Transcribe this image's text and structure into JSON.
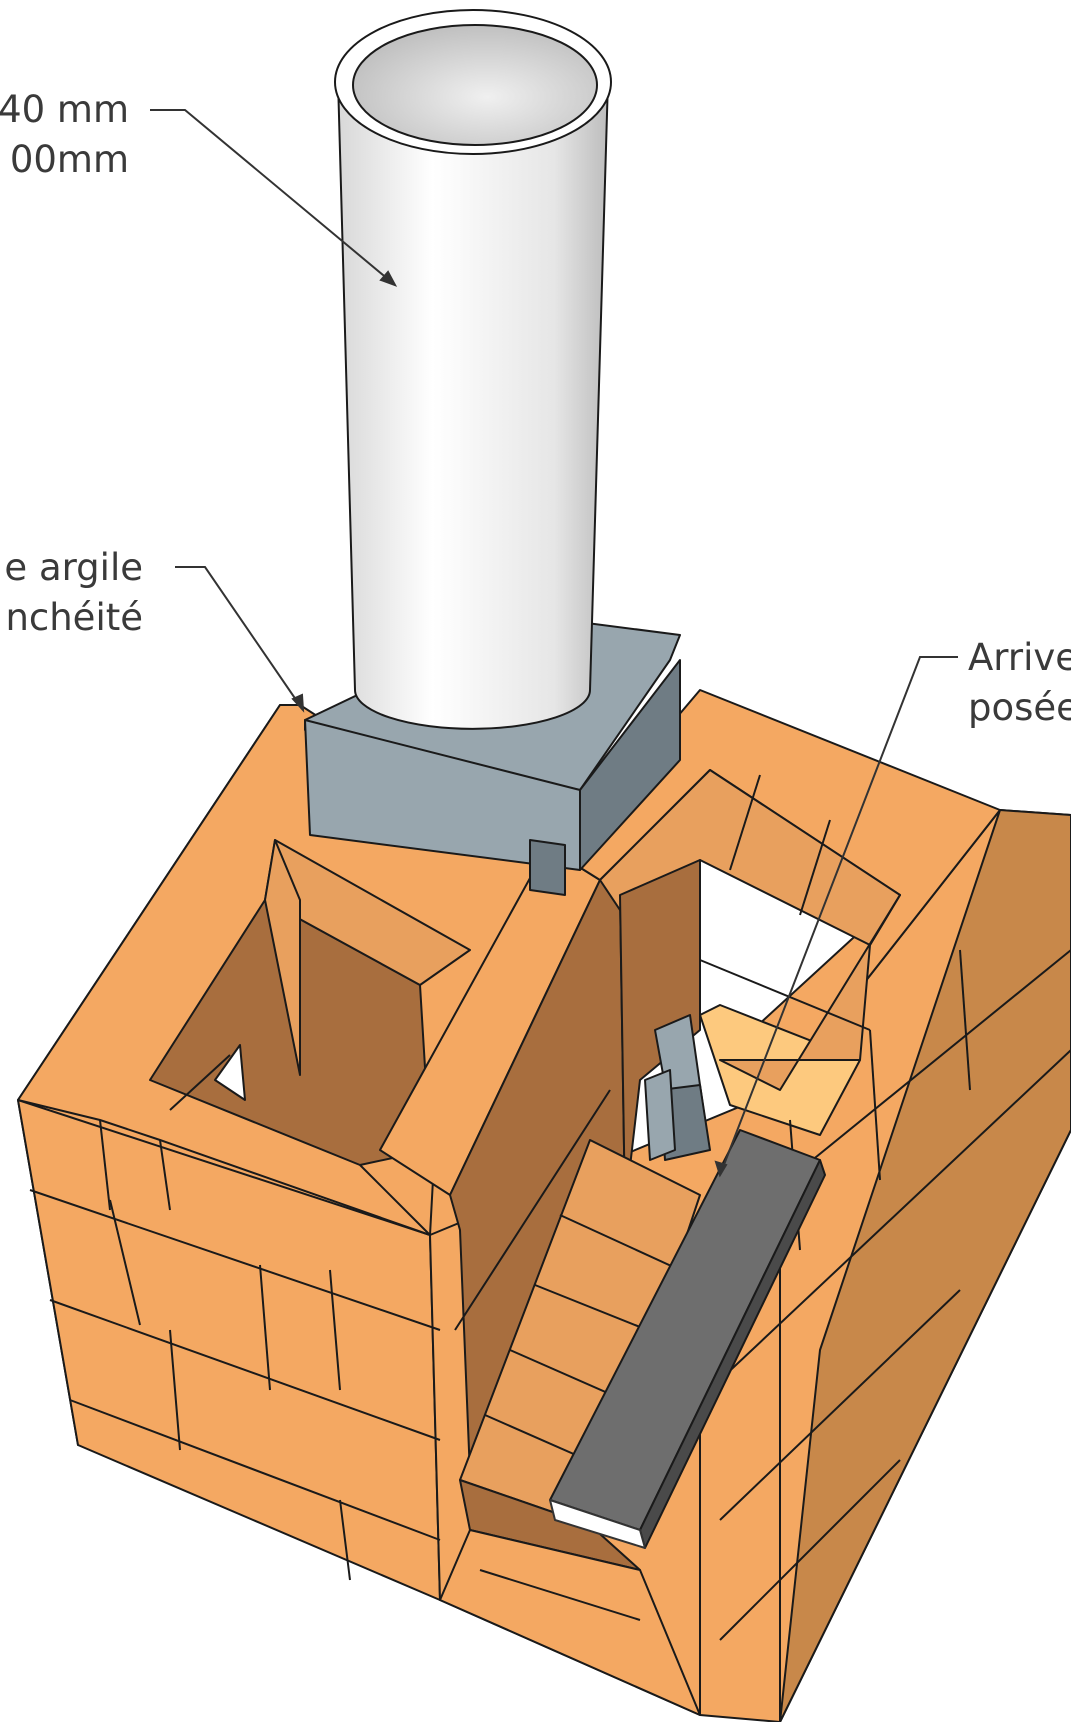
{
  "annotations": {
    "tube": {
      "line1": "40 mm",
      "line2": "00mm"
    },
    "clay": {
      "line1": "e argile",
      "line2": "nchéité"
    },
    "air": {
      "line1": "Arrive",
      "line2": "posée"
    }
  },
  "colors": {
    "brick_face": "#F4A862",
    "brick_side": "#A86E3E",
    "brick_inner": "#E8A05E",
    "firebox_light": "#FDC97E",
    "block_grey": "#98A6AE",
    "block_dark": "#6F7C84",
    "pipe_white": "#F2F2F2",
    "channel_grey": "#6E6E6E"
  }
}
